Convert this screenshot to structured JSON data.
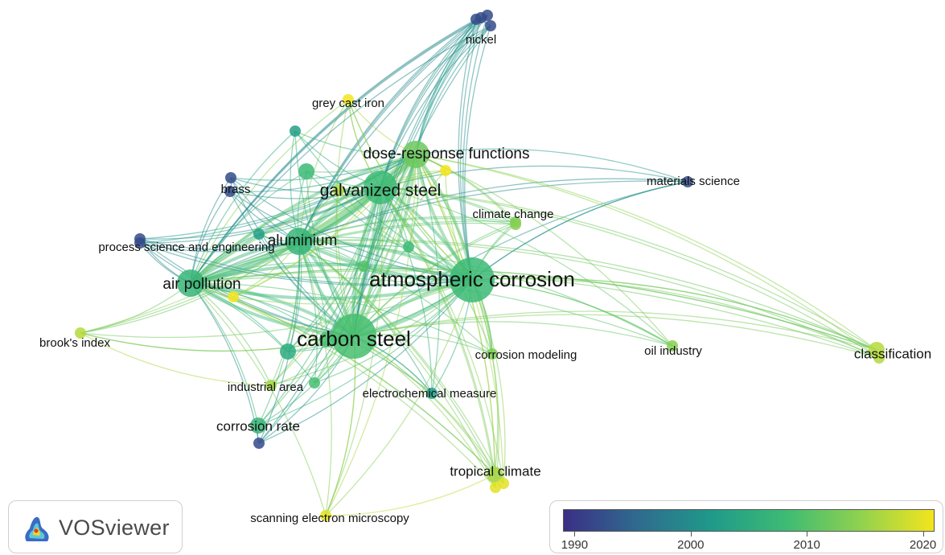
{
  "app": {
    "name": "VOSviewer"
  },
  "legend": {
    "ticks": [
      "1990",
      "2000",
      "2010",
      "2020"
    ],
    "tick_years": [
      1990,
      2000,
      2010,
      2020
    ],
    "range": [
      1989,
      2021
    ],
    "colors": [
      "#3b2f86",
      "#2f6b8e",
      "#1f9a8a",
      "#3dbb74",
      "#8fd14f",
      "#f3e51d"
    ]
  },
  "nodes": [
    {
      "label": "atmospheric corrosion",
      "year": 2008,
      "weight": 5,
      "show": true
    },
    {
      "label": "carbon steel",
      "year": 2009,
      "weight": 5,
      "show": true
    },
    {
      "label": "galvanized steel",
      "year": 2008,
      "weight": 4,
      "show": true
    },
    {
      "label": "aluminium",
      "year": 2007,
      "weight": 3,
      "show": true
    },
    {
      "label": "air pollution",
      "year": 2007,
      "weight": 3,
      "show": true
    },
    {
      "label": "dose-response functions",
      "year": 2012,
      "weight": 3,
      "show": true
    },
    {
      "label": "nickel",
      "year": 1992,
      "weight": 1,
      "show": true
    },
    {
      "label": "grey cast iron",
      "year": 2021,
      "weight": 1,
      "show": true
    },
    {
      "label": "brass",
      "year": 1992,
      "weight": 1,
      "show": true
    },
    {
      "label": "materials science",
      "year": 1992,
      "weight": 1,
      "show": true
    },
    {
      "label": "climate change",
      "year": 2013,
      "weight": 1,
      "show": true
    },
    {
      "label": "process science and engineering",
      "year": 1992,
      "weight": 1,
      "show": true
    },
    {
      "label": "brook's index",
      "year": 2017,
      "weight": 1,
      "show": true
    },
    {
      "label": "corrosion modeling",
      "year": 2013,
      "weight": 1,
      "show": true
    },
    {
      "label": "oil industry",
      "year": 2014,
      "weight": 1,
      "show": true
    },
    {
      "label": "classification",
      "year": 2017,
      "weight": 2,
      "show": true
    },
    {
      "label": "industrial area",
      "year": 2016,
      "weight": 1,
      "show": true
    },
    {
      "label": "electrochemical measure",
      "year": 2002,
      "weight": 1,
      "show": true
    },
    {
      "label": "corrosion rate",
      "year": 2007,
      "weight": 2,
      "show": true
    },
    {
      "label": "tropical climate",
      "year": 2016,
      "weight": 2,
      "show": true
    },
    {
      "label": "scanning electron microscopy",
      "year": 2020,
      "weight": 1,
      "show": true
    },
    {
      "label": "",
      "year": 1992,
      "weight": 1,
      "show": false
    },
    {
      "label": "",
      "year": 1992,
      "weight": 1,
      "show": false
    },
    {
      "label": "",
      "year": 1992,
      "weight": 1,
      "show": false
    },
    {
      "label": "",
      "year": 1992,
      "weight": 1,
      "show": false
    },
    {
      "label": "",
      "year": 1992,
      "weight": 1,
      "show": false
    },
    {
      "label": "",
      "year": 2008,
      "weight": 2,
      "show": false
    },
    {
      "label": "",
      "year": 2003,
      "weight": 1,
      "show": false
    },
    {
      "label": "",
      "year": 2003,
      "weight": 1,
      "show": false
    },
    {
      "label": "",
      "year": 2008,
      "weight": 1,
      "show": false
    },
    {
      "label": "",
      "year": 2005,
      "weight": 2,
      "show": false
    },
    {
      "label": "",
      "year": 2009,
      "weight": 2,
      "show": false
    },
    {
      "label": "",
      "year": 2010,
      "weight": 1,
      "show": false
    },
    {
      "label": "",
      "year": 2009,
      "weight": 1,
      "show": false
    },
    {
      "label": "",
      "year": 2021,
      "weight": 1,
      "show": false
    },
    {
      "label": "",
      "year": 2021,
      "weight": 1,
      "show": false
    },
    {
      "label": "",
      "year": 2017,
      "weight": 1,
      "show": false
    },
    {
      "label": "",
      "year": 1992,
      "weight": 1,
      "show": false
    },
    {
      "label": "",
      "year": 2020,
      "weight": 1,
      "show": false
    },
    {
      "label": "",
      "year": 2020,
      "weight": 1,
      "show": false
    },
    {
      "label": "",
      "year": 2017,
      "weight": 1,
      "show": false
    },
    {
      "label": "",
      "year": 2014,
      "weight": 1,
      "show": false
    }
  ]
}
